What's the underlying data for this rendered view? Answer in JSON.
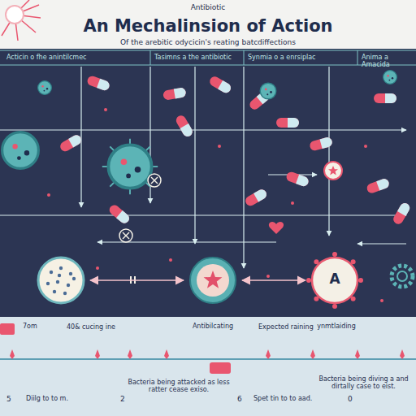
{
  "diagram": {
    "title": "An Mechalinsion of Action",
    "nodes": [
      {
        "text": [
          "7om"
        ]
      },
      {
        "text": [
          "Antibilcating"
        ]
      },
      {
        "text": [
          "A",
          "ynmtlaiding"
        ]
      }
    ],
    "edges": [
      {
        "from": 0,
        "to": 1,
        "arrow": "both"
      },
      {
        "from": 1,
        "to": 2,
        "arrow": "both"
      }
    ],
    "labels": [
      "Antibiotic",
      "Of the arebitic odycicin's reating batcdiffections",
      "Acticin o fhe anintilcmec",
      "Tasimns a the antibiotic",
      "Synmia o a enrsiplac",
      "Anima a Amacida",
      "40& cucing ine",
      "Expected raining",
      "5",
      "Diilg to to m.",
      "2",
      "Bacteria being attacked as less ratter cease exiso.",
      "6",
      "Spet tin to to aad.",
      "0",
      "Bacteria being diving a and dirtally case to eist."
    ]
  }
}
